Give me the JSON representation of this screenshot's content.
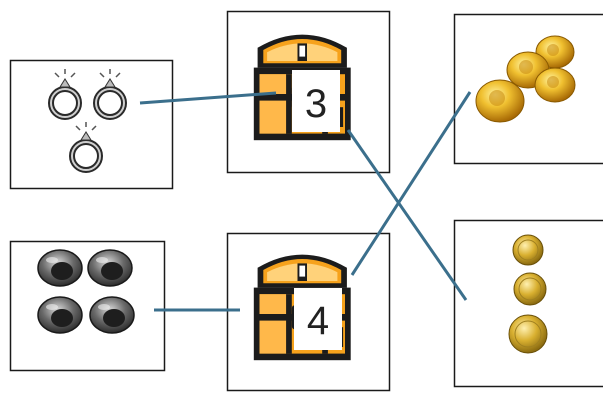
{
  "chests": [
    {
      "number": "3"
    },
    {
      "number": "4"
    }
  ],
  "groups": {
    "rings": {
      "icon": "diamond-ring-icon",
      "count": 3
    },
    "dark_rings": {
      "icon": "dark-ring-icon",
      "count": 4
    },
    "gold_coins_large": {
      "icon": "gold-coin-icon",
      "count": 4
    },
    "gold_coins_small": {
      "icon": "gold-coin-icon",
      "count": 3
    }
  },
  "colors": {
    "line": "#3b6f8c",
    "box_border": "#1a1a1a",
    "gold": "#e0a21a",
    "chest_orange": "#f6a21c"
  }
}
